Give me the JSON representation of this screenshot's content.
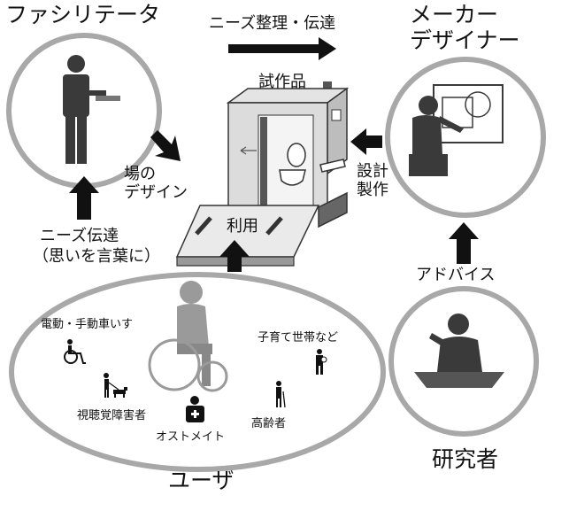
{
  "roles": {
    "facilitator": "ファシリテータ",
    "maker_designer": [
      "メーカー",
      "デザイナー"
    ],
    "researcher": "研究者",
    "user": "ユーザ"
  },
  "arrows": {
    "needs_organize": "ニーズ整理・伝達",
    "place_design": [
      "場の",
      "デザイン"
    ],
    "design_production": [
      "設計",
      "製作"
    ],
    "needs_convey": [
      "ニーズ伝達",
      "（思いを言葉に）"
    ],
    "advice": "アドバイス",
    "use": "利用"
  },
  "prototype_label": "試作品",
  "user_groups": {
    "wheelchair": "電動・手動車いす",
    "visually_impaired": "視聴覚障害者",
    "ostomate": "オストメイト",
    "childcare": "子育て世帯など",
    "elderly": "高齢者"
  }
}
